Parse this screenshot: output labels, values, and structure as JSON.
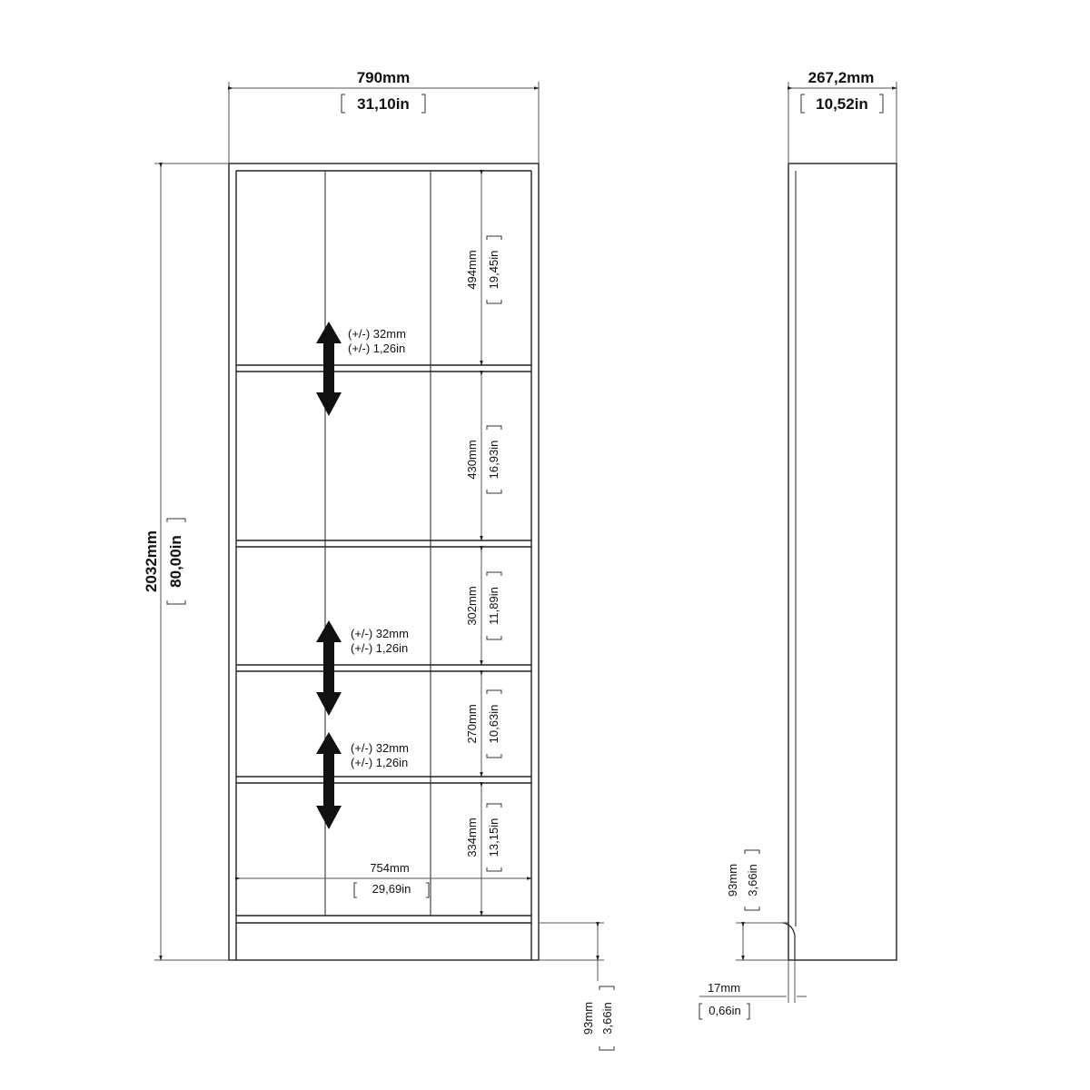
{
  "colors": {
    "line": "#222222",
    "dimension_line": "#555555",
    "arrow_fill": "#111111",
    "background": "#ffffff"
  },
  "front_view": {
    "width": {
      "mm": "790mm",
      "in": "31,10in"
    },
    "height": {
      "mm": "2032mm",
      "in": "80,00in"
    },
    "inner_width": {
      "mm": "754mm",
      "in": "29,69in"
    },
    "plinth": {
      "mm": "93mm",
      "in": "3,66in"
    },
    "shelf_gaps": [
      {
        "mm": "494mm",
        "in": "19,45in"
      },
      {
        "mm": "430mm",
        "in": "16,93in"
      },
      {
        "mm": "302mm",
        "in": "11,89in"
      },
      {
        "mm": "270mm",
        "in": "10,63in"
      },
      {
        "mm": "334mm",
        "in": "13,15in"
      }
    ],
    "adjustments": [
      {
        "mm": "(+/-) 32mm",
        "in": "(+/-) 1,26in",
        "icon": "double-arrow-icon"
      },
      {
        "mm": "(+/-) 32mm",
        "in": "(+/-) 1,26in",
        "icon": "double-arrow-icon"
      },
      {
        "mm": "(+/-) 32mm",
        "in": "(+/-) 1,26in",
        "icon": "double-arrow-icon"
      }
    ]
  },
  "side_view": {
    "depth": {
      "mm": "267,2mm",
      "in": "10,52in"
    },
    "plinth": {
      "mm": "93mm",
      "in": "3,66in"
    },
    "foot_offset": {
      "mm": "17mm",
      "in": "0,66in"
    }
  }
}
